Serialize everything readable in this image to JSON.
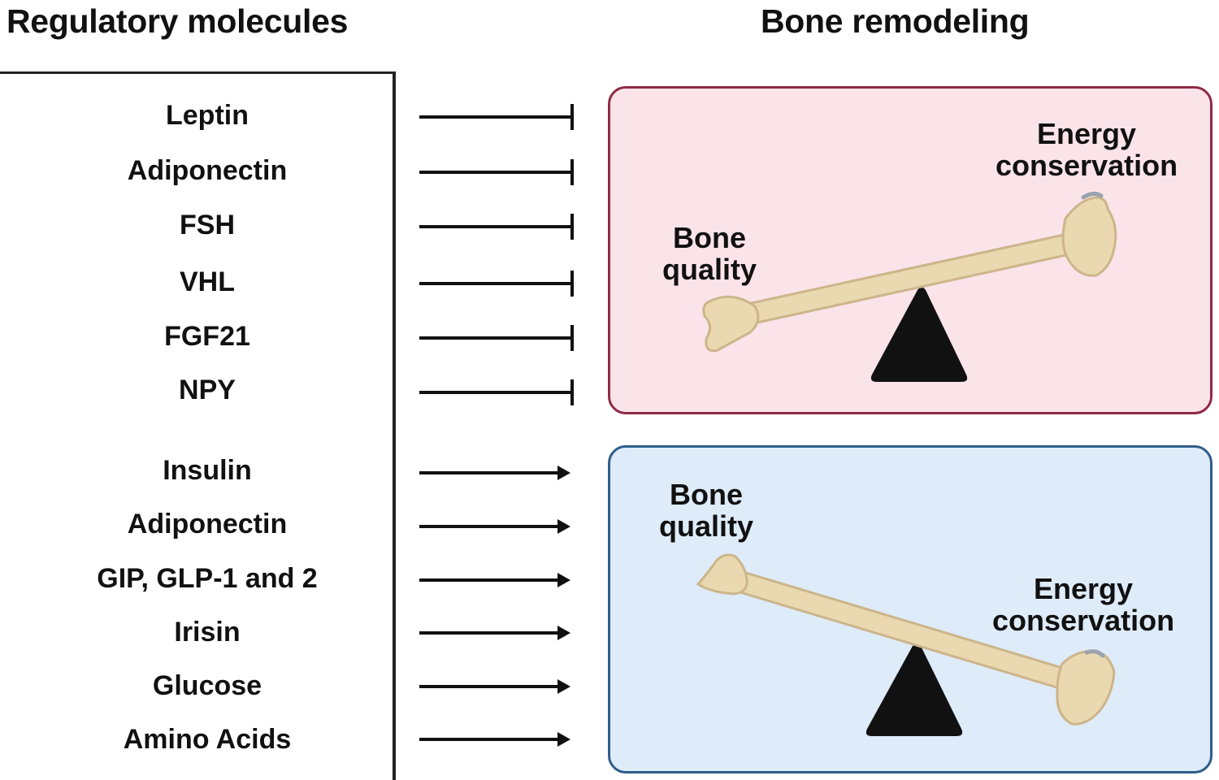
{
  "headings": {
    "left": "Regulatory molecules",
    "right": "Bone remodeling"
  },
  "inhibitors": [
    "Leptin",
    "Adiponectin",
    "FSH",
    "VHL",
    "FGF21",
    "NPY"
  ],
  "promoters": [
    "Insulin",
    "Adiponectin",
    "GIP, GLP-1 and 2",
    "Irisin",
    "Glucose",
    "Amino Acids"
  ],
  "panels": {
    "inhibit": {
      "left_label_line1": "Bone",
      "left_label_line2": "quality",
      "right_label_line1": "Energy",
      "right_label_line2": "conservation"
    },
    "promote": {
      "left_label_line1": "Bone",
      "left_label_line2": "quality",
      "right_label_line1": "Energy",
      "right_label_line2": "conservation"
    }
  },
  "colors": {
    "inhibit_fill": "#fbe3ea",
    "inhibit_border": "#8f2a45",
    "promote_fill": "#deebf9",
    "promote_border": "#2f5d8a",
    "bone": "#ead9b0",
    "fulcrum": "#111111"
  },
  "arrow_types": {
    "inhibitors": "blunt (inhibition)",
    "promoters": "pointed (activation)"
  }
}
